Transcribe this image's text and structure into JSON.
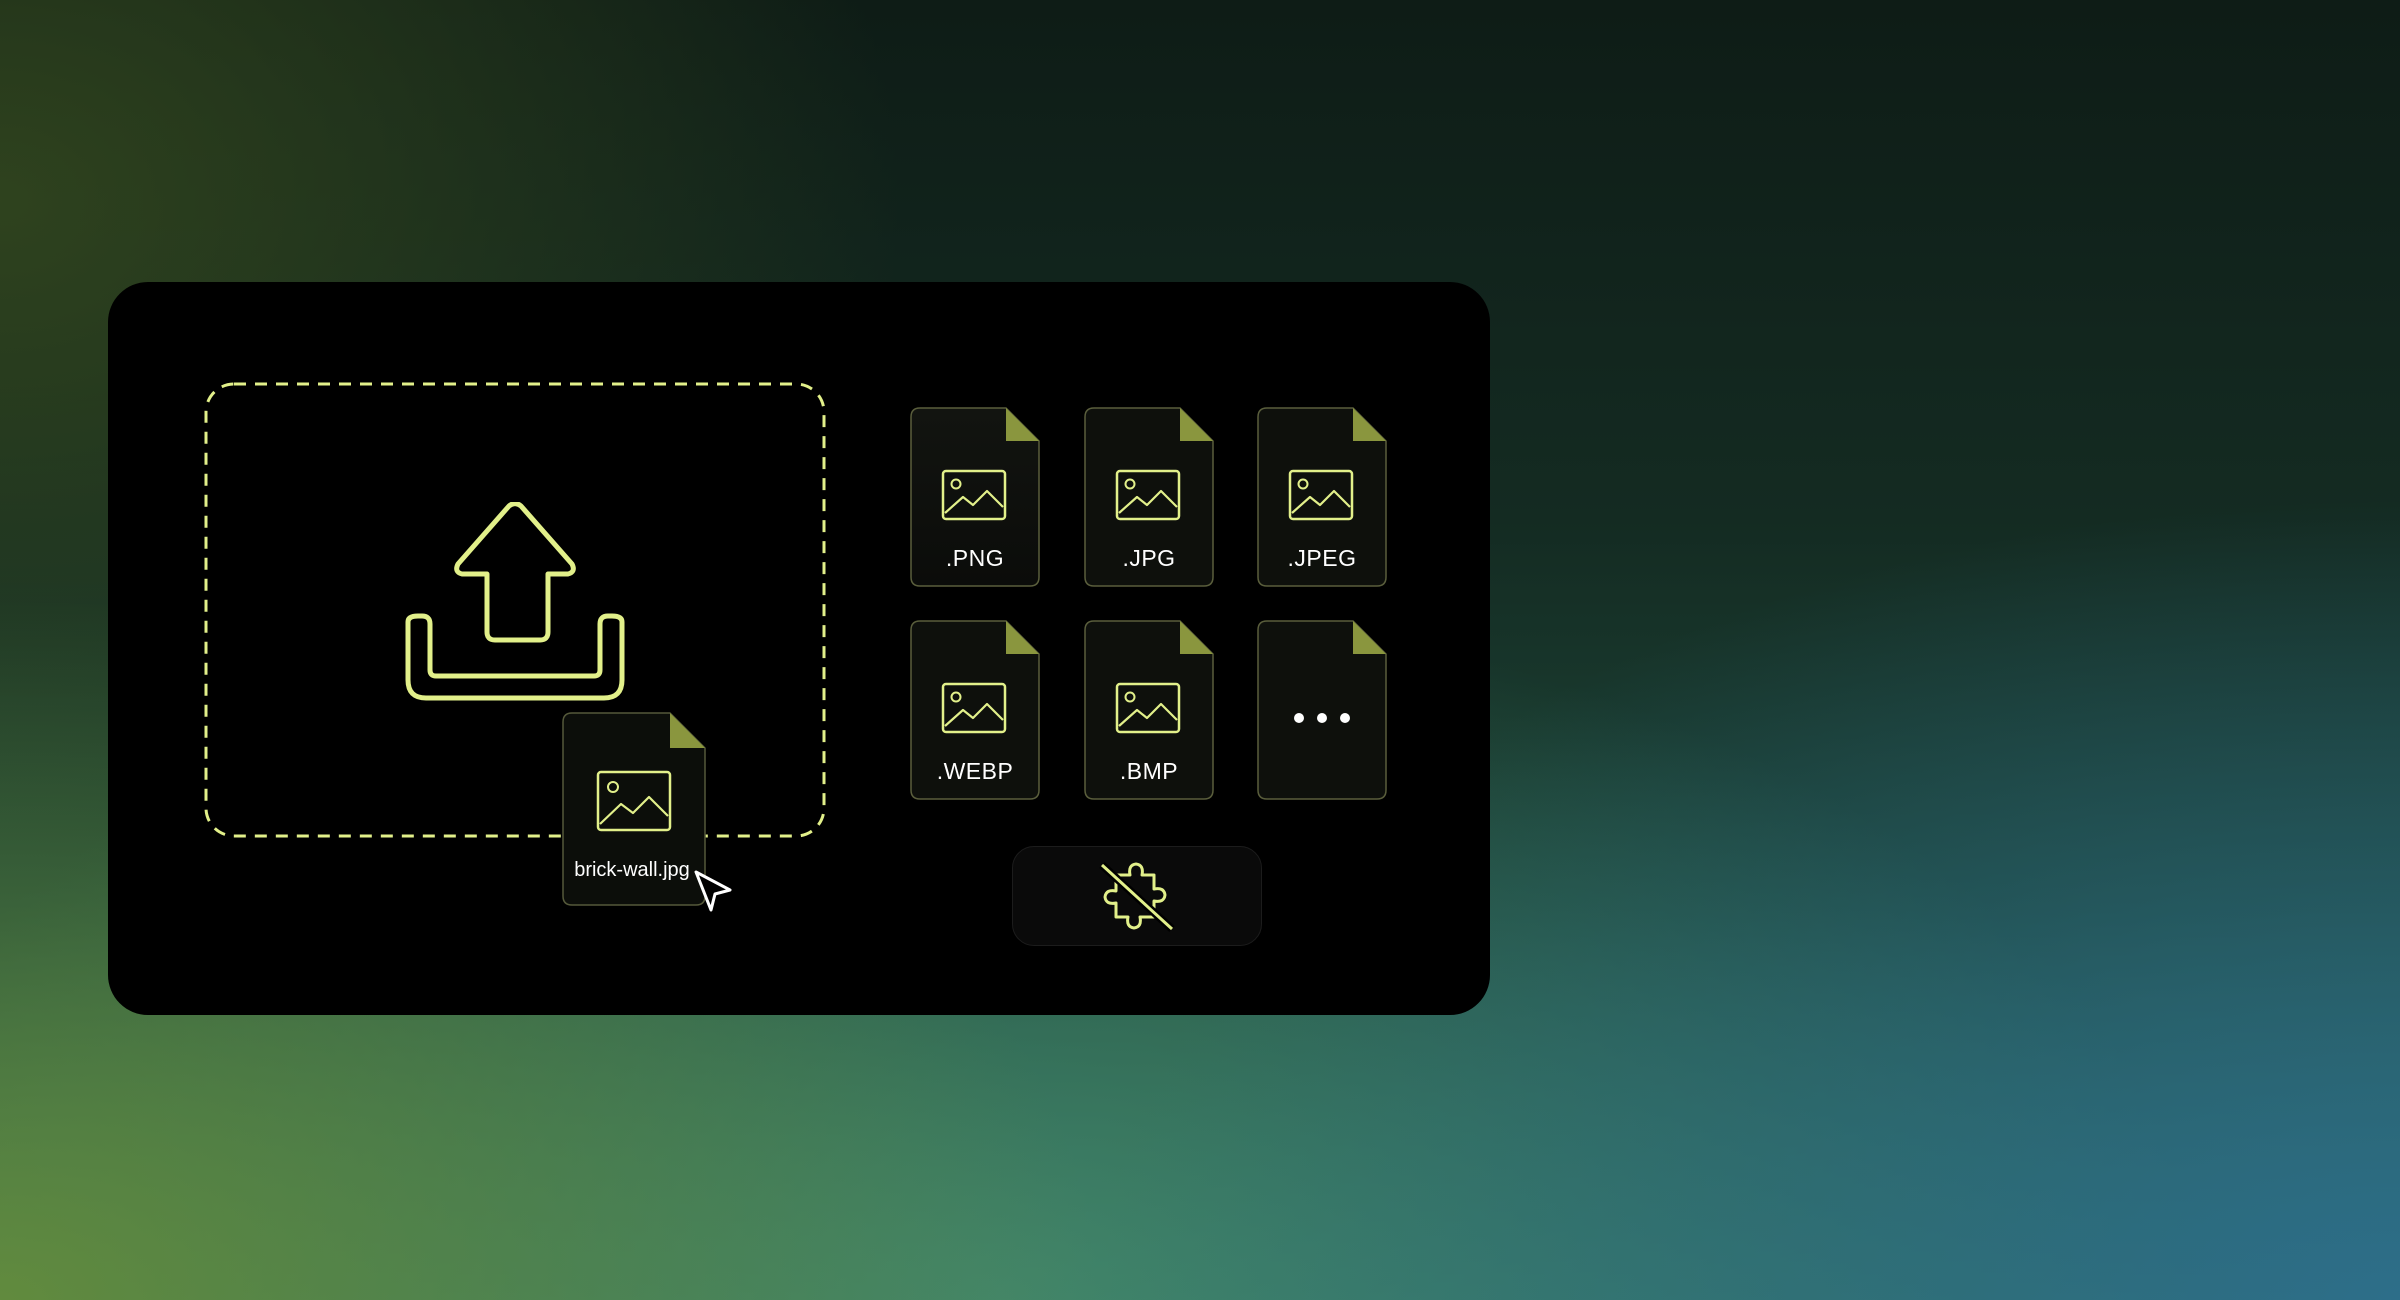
{
  "colors": {
    "accent": "#e2f08a",
    "panel": "#000000",
    "text": "#ffffff"
  },
  "dropzone": {
    "icon": "upload-icon"
  },
  "dragged_file": {
    "name": "brick-wall.jpg",
    "icon": "image-icon"
  },
  "formats": [
    {
      "ext": ".PNG"
    },
    {
      "ext": ".JPG"
    },
    {
      "ext": ".JPEG"
    },
    {
      "ext": ".WEBP"
    },
    {
      "ext": ".BMP"
    },
    {
      "ext": "..."
    }
  ],
  "plugin_button": {
    "icon": "puzzle-off-icon"
  },
  "cursor": {
    "icon": "pointer-cursor-icon"
  }
}
